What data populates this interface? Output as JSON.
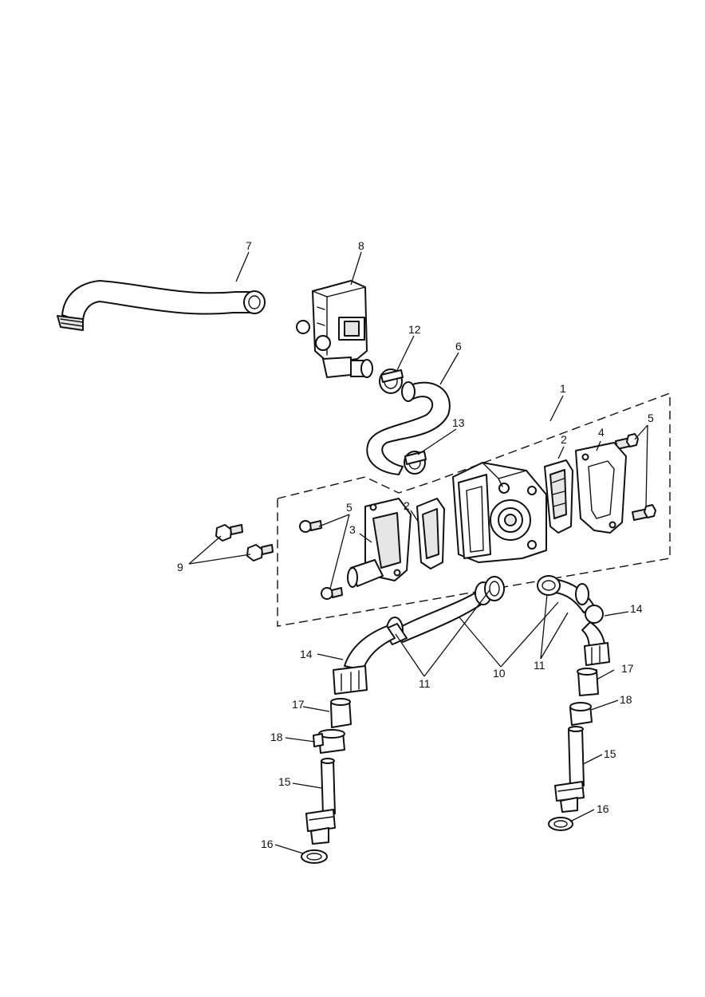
{
  "callouts": {
    "c1": "1",
    "c2a": "2",
    "c2b": "2",
    "c3": "3",
    "c4": "4",
    "c5a": "5",
    "c5b": "5",
    "c6": "6",
    "c7": "7",
    "c8": "8",
    "c9": "9",
    "c10": "10",
    "c11a": "11",
    "c11b": "11",
    "c12": "12",
    "c13": "13",
    "c14a": "14",
    "c14b": "14",
    "c15a": "15",
    "c15b": "15",
    "c16a": "16",
    "c16b": "16",
    "c17a": "17",
    "c17b": "17",
    "c18a": "18",
    "c18b": "18"
  }
}
